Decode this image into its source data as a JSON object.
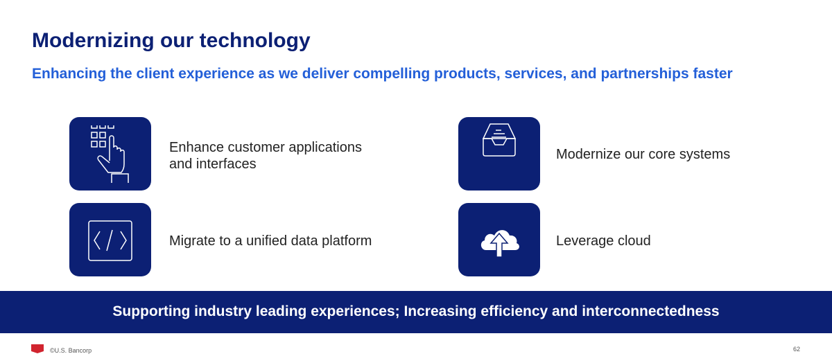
{
  "header": {
    "title": "Modernizing our technology",
    "subtitle": "Enhancing the client experience as we deliver compelling products, services, and partnerships faster"
  },
  "items": [
    {
      "label_line1": "Enhance customer applications",
      "label_line2": "and interfaces",
      "icon": "touch-keypad-icon"
    },
    {
      "label": "Modernize our core systems",
      "icon": "file-tray-icon"
    },
    {
      "label": "Migrate to a unified data platform",
      "icon": "code-icon"
    },
    {
      "label": "Leverage cloud",
      "icon": "cloud-upload-icon"
    }
  ],
  "banner": {
    "text": "Supporting industry leading experiences; Increasing efficiency and interconnectedness"
  },
  "footer": {
    "copyright": "©U.S. Bancorp",
    "page_number": "62"
  },
  "colors": {
    "navy": "#0c2074",
    "blue": "#235fd8",
    "red": "#d1242f"
  }
}
